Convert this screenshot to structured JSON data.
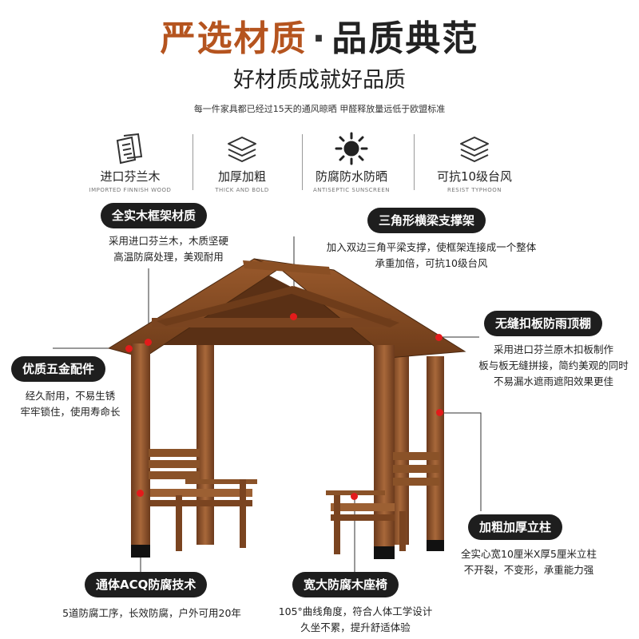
{
  "header": {
    "title_accent": "严选材质",
    "title_dot": "·",
    "title_rest": "品质典范",
    "subtitle": "好材质成就好品质",
    "description": "每一件家具都已经过15天的通风晾晒 甲醛释放量远低于欧盟标准"
  },
  "features": [
    {
      "icon": "wood-planks-icon",
      "cn": "进口芬兰木",
      "en": "IMPORTED FINNISH WOOD"
    },
    {
      "icon": "layers-icon",
      "cn": "加厚加粗",
      "en": "THICK AND BOLD"
    },
    {
      "icon": "sun-icon",
      "cn": "防腐防水防晒",
      "en": "ANTISEPTIC SUNSCREEN"
    },
    {
      "icon": "layers-icon",
      "cn": "可抗10级台风",
      "en": "RESIST TYPHOON"
    }
  ],
  "callouts": {
    "frame": {
      "label": "全实木框架材质",
      "lines": [
        "采用进口芬兰木，木质坚硬",
        "高温防腐处理，美观耐用"
      ]
    },
    "beam": {
      "label": "三角形横梁支撑架",
      "lines": [
        "加入双边三角平梁支撑，使框架连接成一个整体",
        "承重加倍，可抗10级台风"
      ]
    },
    "roof": {
      "label": "无缝扣板防雨顶棚",
      "lines": [
        "采用进口芬兰原木扣板制作",
        "板与板无缝拼接，简约美观的同时",
        "不易漏水遮雨遮阳效果更佳"
      ]
    },
    "hardware": {
      "label": "优质五金配件",
      "lines": [
        "经久耐用，不易生锈",
        "牢牢锁住，使用寿命长"
      ]
    },
    "pillar": {
      "label": "加粗加厚立柱",
      "lines": [
        "全实心宽10厘米X厚5厘米立柱",
        "不开裂，不变形，承重能力强"
      ]
    },
    "acq": {
      "label": "通体ACQ防腐技术",
      "lines": [
        "5道防腐工序，长效防腐，户外可用20年"
      ]
    },
    "seat": {
      "label": "宽大防腐木座椅",
      "lines": [
        "105°曲线角度，符合人体工学设计",
        "久坐不累，提升舒适体验"
      ]
    }
  },
  "colors": {
    "accent": "#b5541f",
    "pill": "#1e1e1e",
    "marker": "#e31b1b",
    "wood": "#8a5228"
  }
}
